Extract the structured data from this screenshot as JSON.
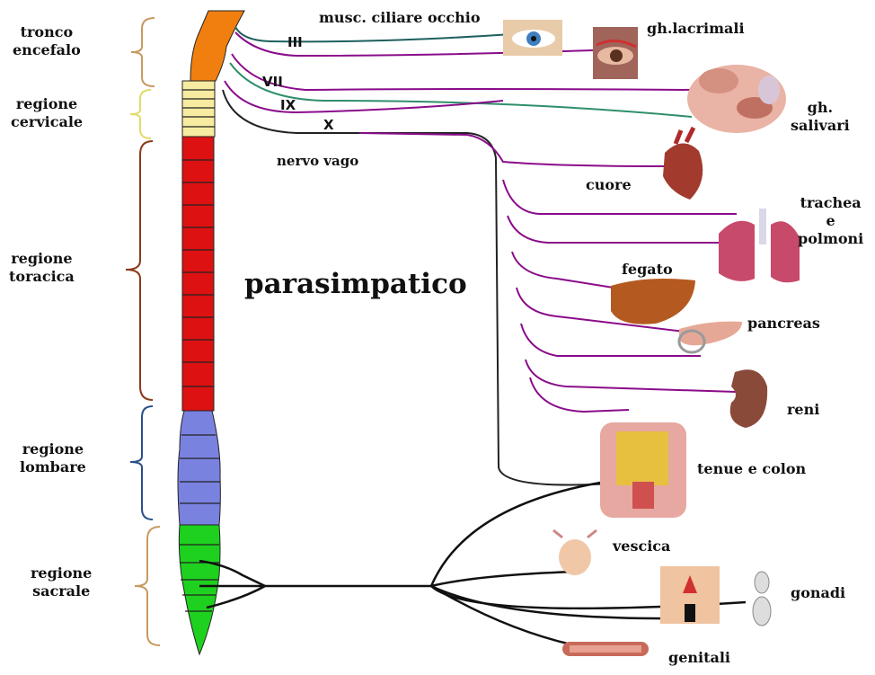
{
  "title": "parasimpatico",
  "regions": [
    {
      "id": "tronco",
      "lines": [
        "tronco",
        "encefalo"
      ]
    },
    {
      "id": "cervicale",
      "lines": [
        "regione",
        "cervicale"
      ]
    },
    {
      "id": "toracica",
      "lines": [
        "regione",
        "toracica"
      ]
    },
    {
      "id": "lombare",
      "lines": [
        "regione",
        "lombare"
      ]
    },
    {
      "id": "sacrale",
      "lines": [
        "regione",
        "sacrale"
      ]
    }
  ],
  "nerves": {
    "III": "III",
    "VII": "VII",
    "IX": "IX",
    "X": "X",
    "vago": "nervo vago"
  },
  "organs": {
    "occhio": "musc. ciliare occhio",
    "lacrimali": "gh.lacrimali",
    "salivari": [
      "gh.",
      "salivari"
    ],
    "cuore": "cuore",
    "polmoni": [
      "trachea",
      "e",
      "polmoni"
    ],
    "fegato": "fegato",
    "pancreas": "pancreas",
    "reni": "reni",
    "colon": "tenue e colon",
    "vescica": "vescica",
    "gonadi": "gonadi",
    "genitali": "genitali"
  },
  "colors": {
    "brainstem": "#f07f10",
    "cervical": "#f6eba0",
    "thoracic": "#dd1111",
    "lumbar": "#7a82e0",
    "sacral": "#1fd11f",
    "nerve_purple": "#8a0c8a",
    "nerve_teal": "#2f8f6a",
    "nerve_black": "#111111",
    "brace": "#c79a62"
  }
}
